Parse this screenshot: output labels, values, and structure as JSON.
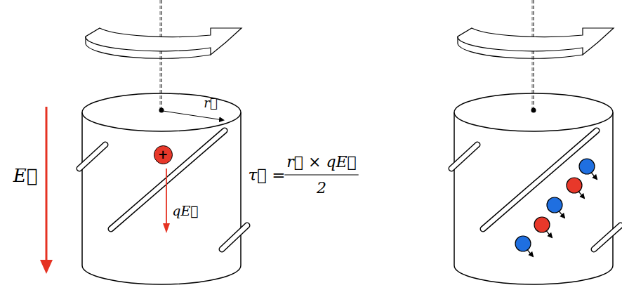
{
  "diagram": {
    "nodes": [
      {
        "text": [
          "+"
        ]
      }
    ],
    "labels": [
      "r⃗",
      "E⃗",
      "qE⃗",
      "τ⃗ =",
      "r⃗ × qE⃗",
      "2"
    ]
  }
}
